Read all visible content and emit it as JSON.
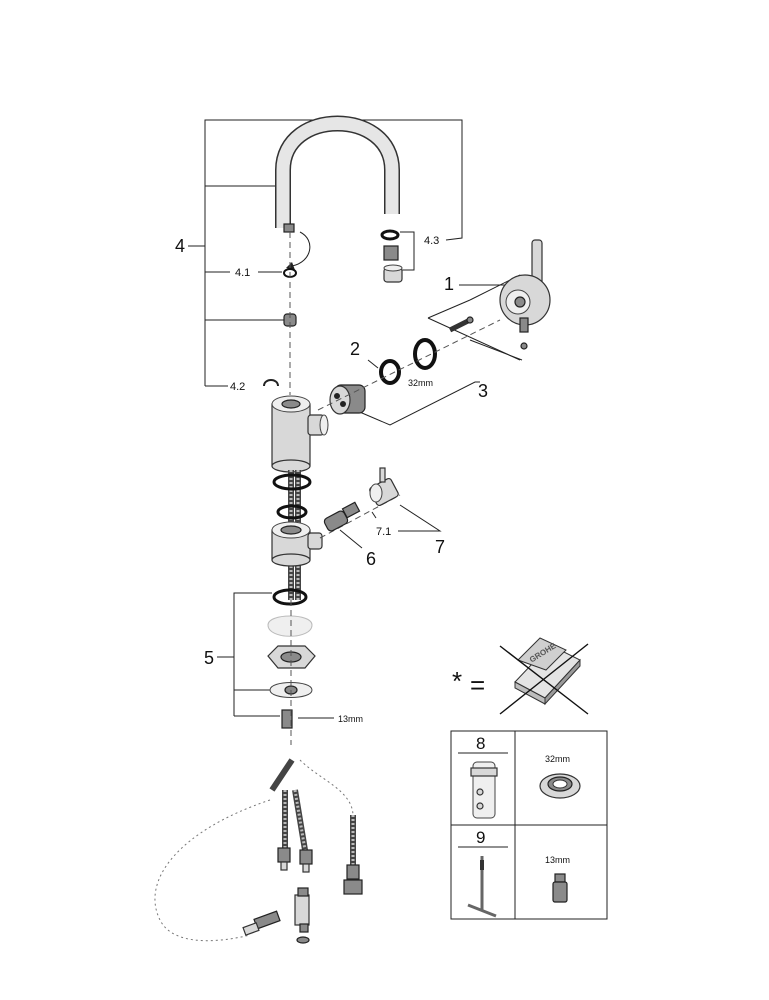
{
  "callouts": {
    "c1": "1",
    "c2": "2",
    "c3": "3",
    "c4": "4",
    "c4_1": "4.1",
    "c4_2": "4.2",
    "c4_3": "4.3",
    "c5": "5",
    "c6": "6",
    "c7": "7",
    "c7_1": "7.1",
    "size_32mm": "32mm",
    "size_13mm": "13mm"
  },
  "notice": {
    "asterisk": "*",
    "equals": "=",
    "crossed_item_logo": "GROHE"
  },
  "tools_table": {
    "row1": {
      "number": "8",
      "size": "32mm"
    },
    "row2": {
      "number": "9",
      "size": "13mm"
    }
  }
}
